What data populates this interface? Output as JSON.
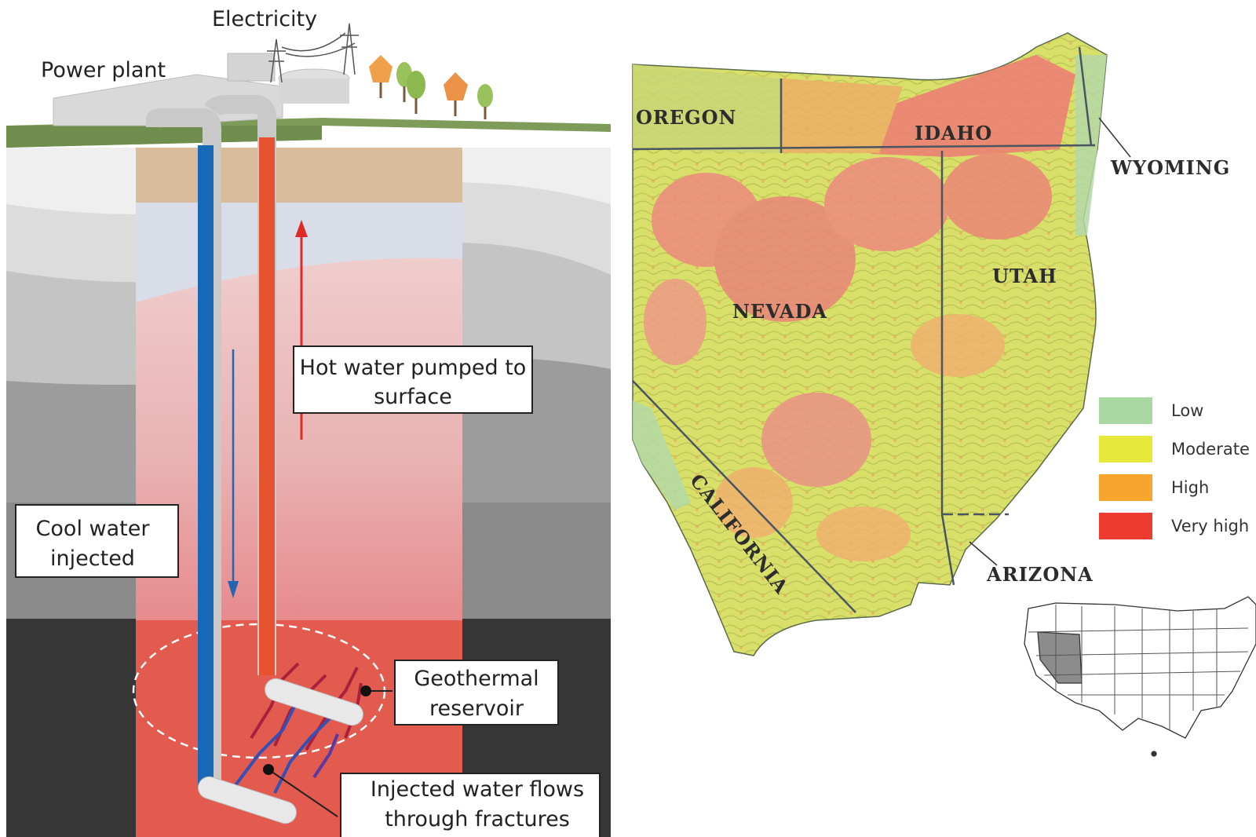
{
  "diagram": {
    "labels": {
      "electricity": "Electricity",
      "power_plant": "Power plant",
      "hot_water": [
        "Hot water pumped to",
        "surface"
      ],
      "cool_water": [
        "Cool water",
        "injected"
      ],
      "reservoir": [
        "Geothermal",
        "reservoir"
      ],
      "fractures": [
        "Injected water flows",
        "through fractures"
      ]
    }
  },
  "map": {
    "states": {
      "oregon": "OREGON",
      "idaho": "IDAHO",
      "wyoming": "WYOMING",
      "utah": "UTAH",
      "nevada": "NEVADA",
      "california": "CALIFORNIA",
      "arizona": "ARIZONA"
    },
    "legend": [
      {
        "label": "Low",
        "color": "#a9d8a3"
      },
      {
        "label": "Moderate",
        "color": "#e6e83a"
      },
      {
        "label": "High",
        "color": "#f7a52c"
      },
      {
        "label": "Very high",
        "color": "#ee3b2f"
      }
    ]
  }
}
